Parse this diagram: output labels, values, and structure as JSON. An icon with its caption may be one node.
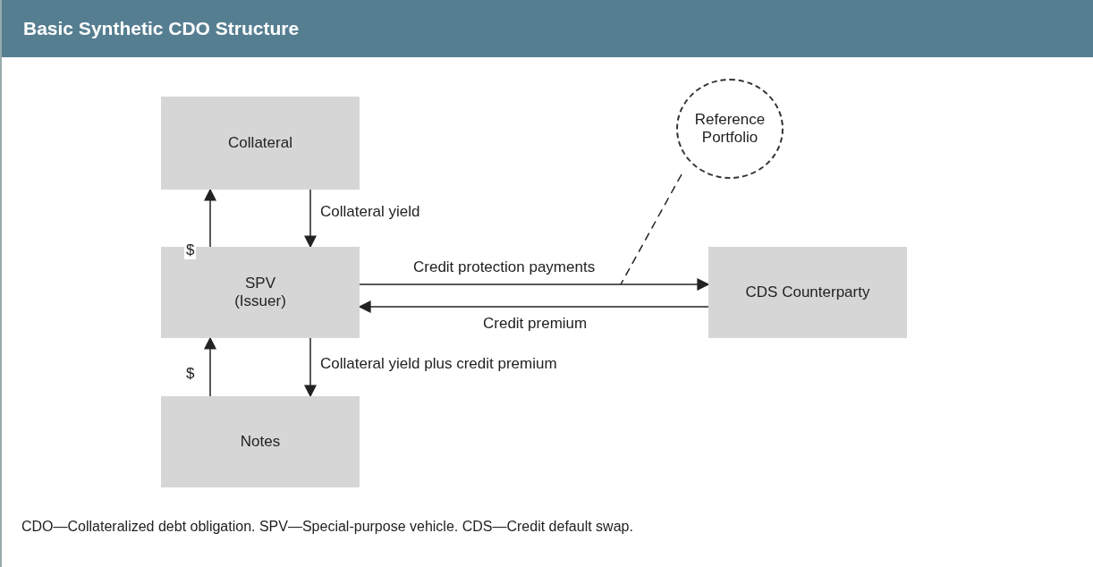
{
  "diagram": {
    "title": "Basic Synthetic CDO Structure",
    "nodes": [
      {
        "text": [
          "Collateral"
        ]
      },
      {
        "text": [
          "SPV (Issuer)"
        ]
      },
      {
        "text": [
          "Notes"
        ]
      },
      {
        "text": [
          "Reference Portfolio"
        ]
      },
      {
        "text": [
          "CDS Counterparty"
        ]
      }
    ],
    "edges": [
      {
        "from": 1,
        "to": 0,
        "arrow": "to",
        "label": "$"
      },
      {
        "from": 0,
        "to": 1,
        "arrow": "to",
        "label": "Collateral yield"
      },
      {
        "from": 2,
        "to": 1,
        "arrow": "to",
        "label": "$"
      },
      {
        "from": 1,
        "to": 2,
        "arrow": "to",
        "label": "Collateral yield plus credit premium"
      },
      {
        "from": 1,
        "to": 4,
        "arrow": "to",
        "label": "Credit protection payments"
      },
      {
        "from": 4,
        "to": 1,
        "arrow": "to",
        "label": "Credit premium"
      },
      {
        "from": 3,
        "to": null,
        "arrow": "none",
        "style": "dashed"
      }
    ],
    "caption": "CDO—Collateralized debt obligation. SPV—Special-purpose vehicle. CDS—Credit default swap."
  }
}
